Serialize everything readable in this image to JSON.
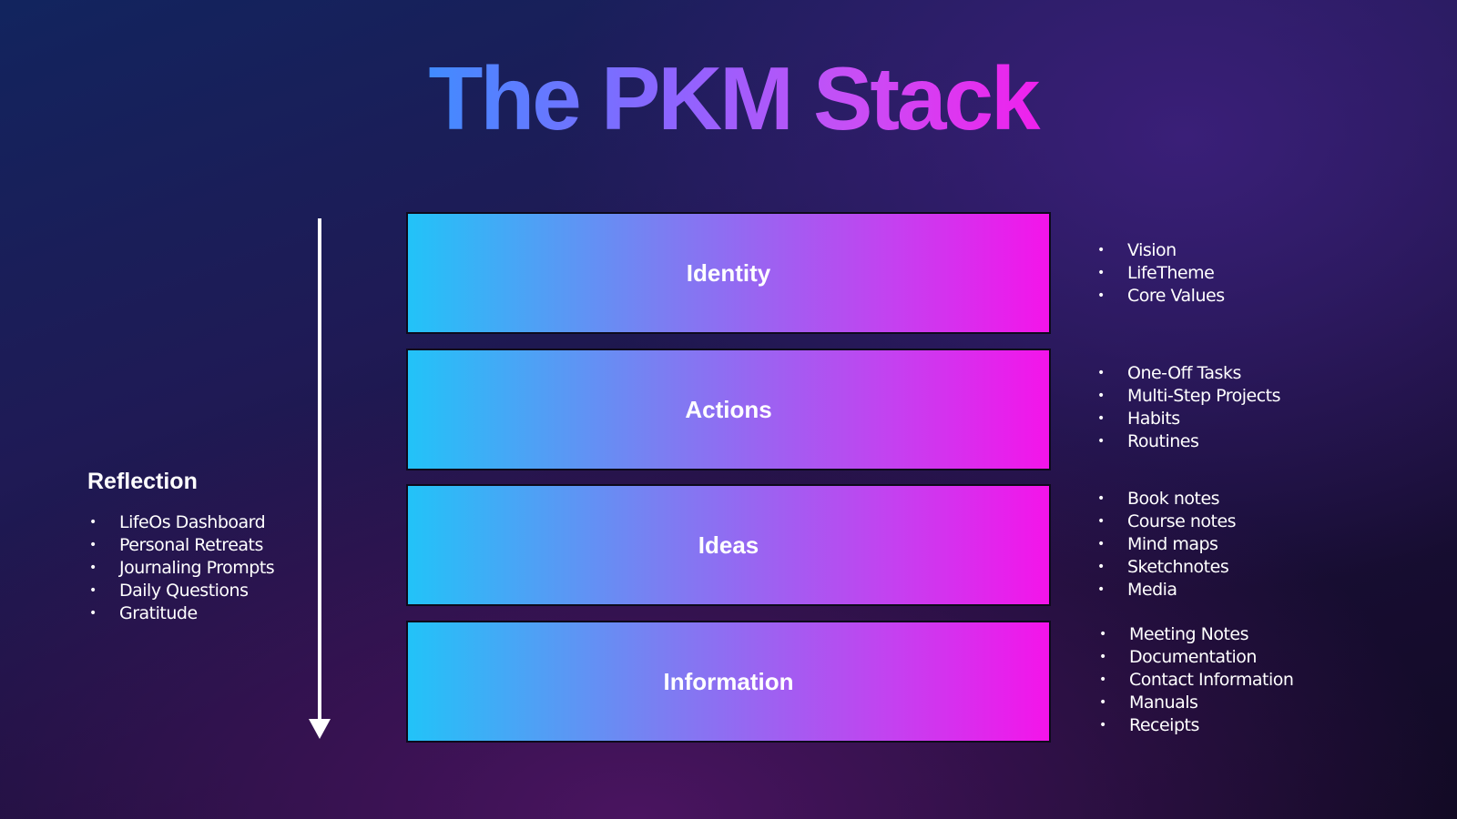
{
  "title": "The PKM Stack",
  "layers": [
    {
      "label": "Identity",
      "items": [
        "Vision",
        "LifeTheme",
        "Core Values"
      ]
    },
    {
      "label": "Actions",
      "items": [
        "One-Off Tasks",
        "Multi-Step Projects",
        "Habits",
        "Routines"
      ]
    },
    {
      "label": "Ideas",
      "items": [
        "Book notes",
        "Course notes",
        "Mind maps",
        "Sketchnotes",
        "Media"
      ]
    },
    {
      "label": "Information",
      "items": [
        "Meeting Notes",
        "Documentation",
        "Contact Information",
        "Manuals",
        "Receipts"
      ]
    }
  ],
  "reflection": {
    "heading": "Reflection",
    "items": [
      "LifeOs Dashboard",
      "Personal Retreats",
      "Journaling Prompts",
      "Daily Questions",
      "Gratitude"
    ]
  }
}
